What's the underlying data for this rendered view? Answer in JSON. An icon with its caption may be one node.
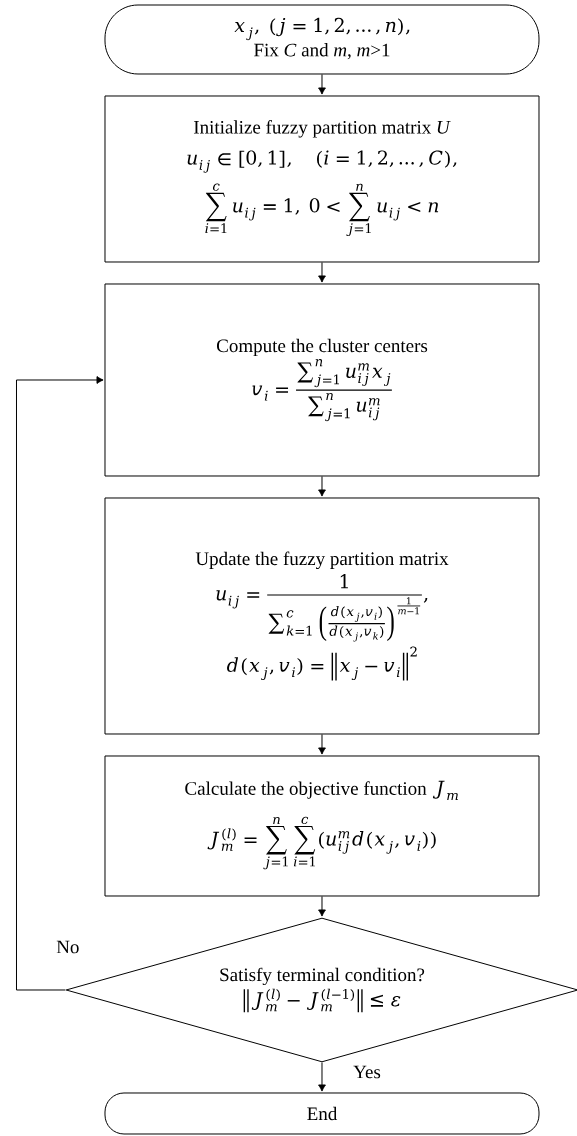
{
  "diagram": {
    "nodes": [
      {
        "text": [
          "x_{j},\\ (j=1,2,\\ldots,n),",
          "Fix *C* and *m*, *m*>1"
        ]
      },
      {
        "text": [
          "Initialize fuzzy partition matrix *U*",
          "u_{ij}\\in[0,1],\\quad (i=1,2,\\ldots,C),",
          "\\sum_{i=1}^{c}u_{ij}=1,\\ 0<\\sum_{j=1}^{n}u_{ij}<n"
        ]
      },
      {
        "text": [
          "Compute the cluster centers",
          "v_{i}=\\frac{\\sum_{j=1}^{n}u_{ij}^{m}x_{j}}{\\sum_{j=1}^{n}u_{ij}^{m}}"
        ]
      },
      {
        "text": [
          "Update the fuzzy partition matrix",
          "u_{ij}=\\frac{1}{\\sum_{k=1}^{c}\\left(\\frac{d(x_{j},v_{i})}{d(x_{j},v_{k})}\\right)^{\\frac{1}{m-1}}},",
          "d(x_{j},v_{i})=\\left\\|x_{j}-v_{i}\\right\\|^{2}"
        ]
      },
      {
        "text": [
          "Calculate the objective function",
          "J_{m}",
          "J_{m}^{(l)}=\\sum_{j=1}^{n}\\sum_{i=1}^{c}(u_{ij}^{m}d(x_{j},v_{i}))"
        ]
      },
      {
        "text": [
          "Satisfy terminal condition?",
          "\\left\\|J_{m}^{(l)}-J_{m}^{(l-1)}\\right\\|\\le\\varepsilon"
        ]
      },
      {
        "text": [
          "End"
        ]
      }
    ],
    "edges": [
      {
        "from": 0,
        "to": 1,
        "arrow": "to"
      },
      {
        "from": 1,
        "to": 2,
        "arrow": "to"
      },
      {
        "from": 2,
        "to": 3,
        "arrow": "to"
      },
      {
        "from": 3,
        "to": 4,
        "arrow": "to"
      },
      {
        "from": 4,
        "to": 5,
        "arrow": "to"
      },
      {
        "from": 5,
        "to": 6,
        "arrow": "to",
        "label": "Yes"
      },
      {
        "from": 5,
        "to": 2,
        "arrow": "to",
        "label": "No"
      }
    ]
  }
}
